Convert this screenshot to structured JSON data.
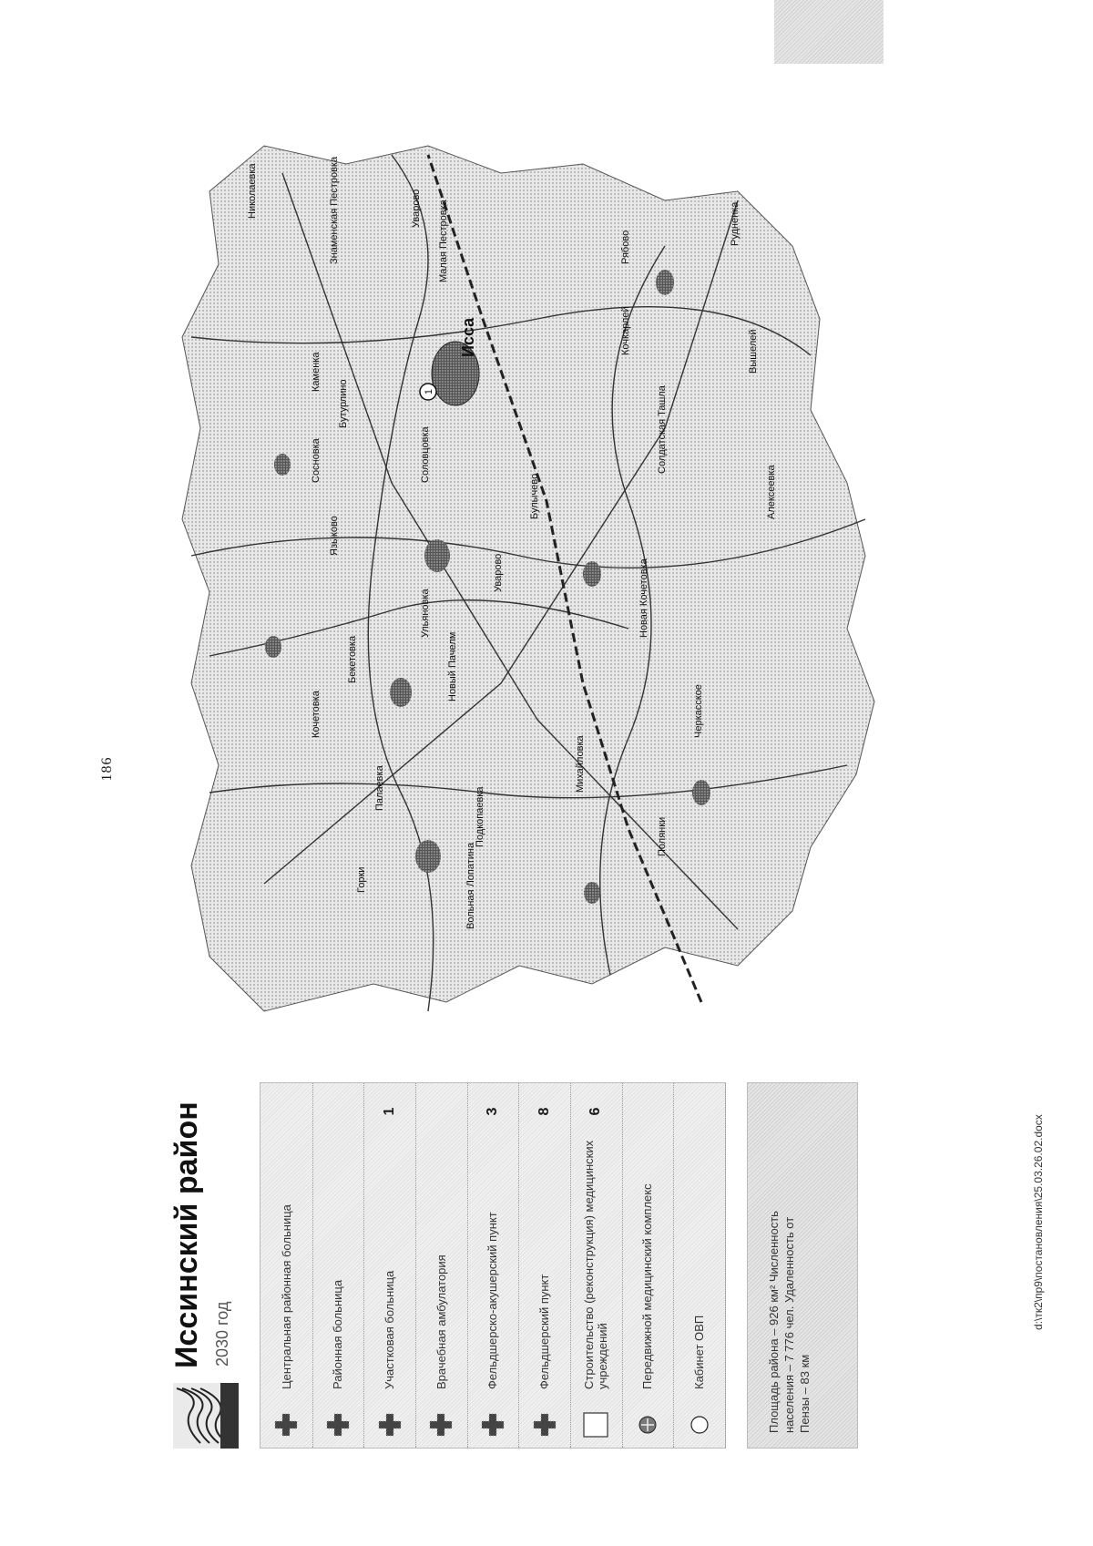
{
  "page_number": "186",
  "footer_path": "d:\\тк2\\пр9\\постановления\\25.03.26.02.docx",
  "map": {
    "title": "Иссинский район",
    "subtitle": "2030 год",
    "center_label": "Исса",
    "center_marker": "1",
    "legend": [
      {
        "icon": "cross-icon",
        "label": "Центральная районная больница",
        "count": ""
      },
      {
        "icon": "cross-icon",
        "label": "Районная больница",
        "count": ""
      },
      {
        "icon": "cross-icon",
        "label": "Участковая больница",
        "count": "1"
      },
      {
        "icon": "cross-icon",
        "label": "Врачебная амбулатория",
        "count": ""
      },
      {
        "icon": "cross-icon",
        "label": "Фельдшерско-акушерский пункт",
        "count": "3"
      },
      {
        "icon": "cross-icon",
        "label": "Фельдшерский пункт",
        "count": "8"
      },
      {
        "icon": "square-outline-icon",
        "label": "Строительство (реконструкция) медицинских учреждений",
        "count": "6"
      },
      {
        "icon": "hatched-circle-icon",
        "label": "Передвижной медицинский комплекс",
        "count": ""
      },
      {
        "icon": "circle-outline-icon",
        "label": "Кабинет ОВП",
        "count": ""
      }
    ],
    "stats": [
      "Площадь района – 926 км² Численность",
      "населения – 7 776 чел. Удаленность от",
      "Пензы – 83 км"
    ],
    "places": [
      "Николаевка",
      "Знаменская Пестровка",
      "Уварово",
      "Малая Пестровка",
      "Бутурлино",
      "Сосновка",
      "Каменка",
      "Соловцовка",
      "Булычево",
      "Уварово",
      "Ульяновка",
      "Бекетовка",
      "Языково",
      "Кочетовка",
      "Новый Пачелм",
      "Палаевка",
      "Горки",
      "Подкопаевка",
      "Исса",
      "Вольная Лопатина",
      "Михайловка",
      "Полянки",
      "Черкасское",
      "Новая Кочетовка",
      "Солдатская Ташла",
      "Кочкарлей",
      "Рябово",
      "Рудненка",
      "Вышелей",
      "Алексеевка"
    ]
  }
}
